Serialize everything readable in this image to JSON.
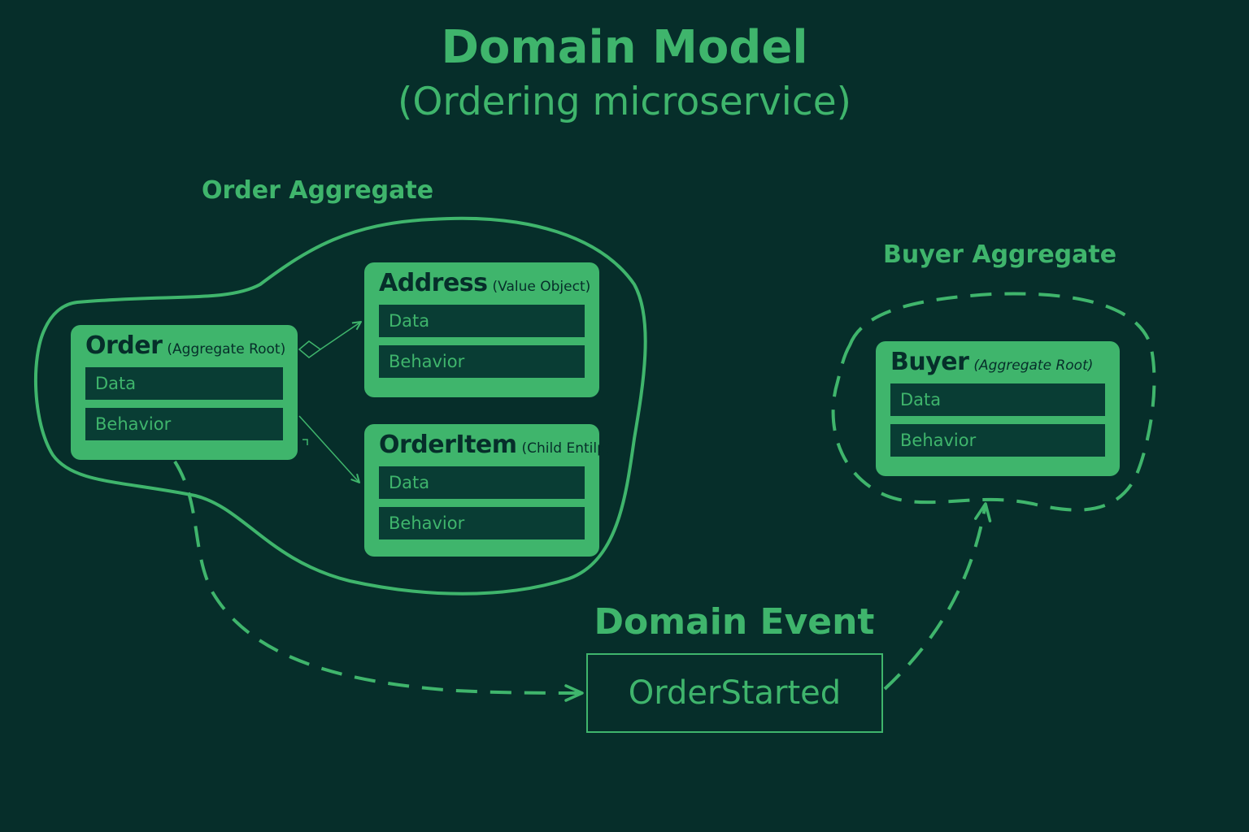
{
  "title": "Domain Model",
  "subtitle": "(Ordering microservice)",
  "order_aggregate": {
    "label": "Order Aggregate",
    "order": {
      "name": "Order",
      "kind": "(Aggregate Root)",
      "rows": [
        "Data",
        "Behavior"
      ]
    },
    "address": {
      "name": "Address",
      "kind": "(Value Object)",
      "rows": [
        "Data",
        "Behavior"
      ]
    },
    "order_item": {
      "name": "OrderItem",
      "kind": "(Child Entilp)",
      "rows": [
        "Data",
        "Behavior"
      ]
    }
  },
  "buyer_aggregate": {
    "label": "Buyer Aggregate",
    "buyer": {
      "name": "Buyer",
      "kind": "(Aggregate Root)",
      "rows": [
        "Data",
        "Behavior"
      ]
    }
  },
  "domain_event": {
    "label": "Domain Event",
    "event_name": "OrderStarted"
  },
  "colors": {
    "background": "#062e2a",
    "accent": "#3fb56c",
    "row_fill": "#093d34"
  }
}
